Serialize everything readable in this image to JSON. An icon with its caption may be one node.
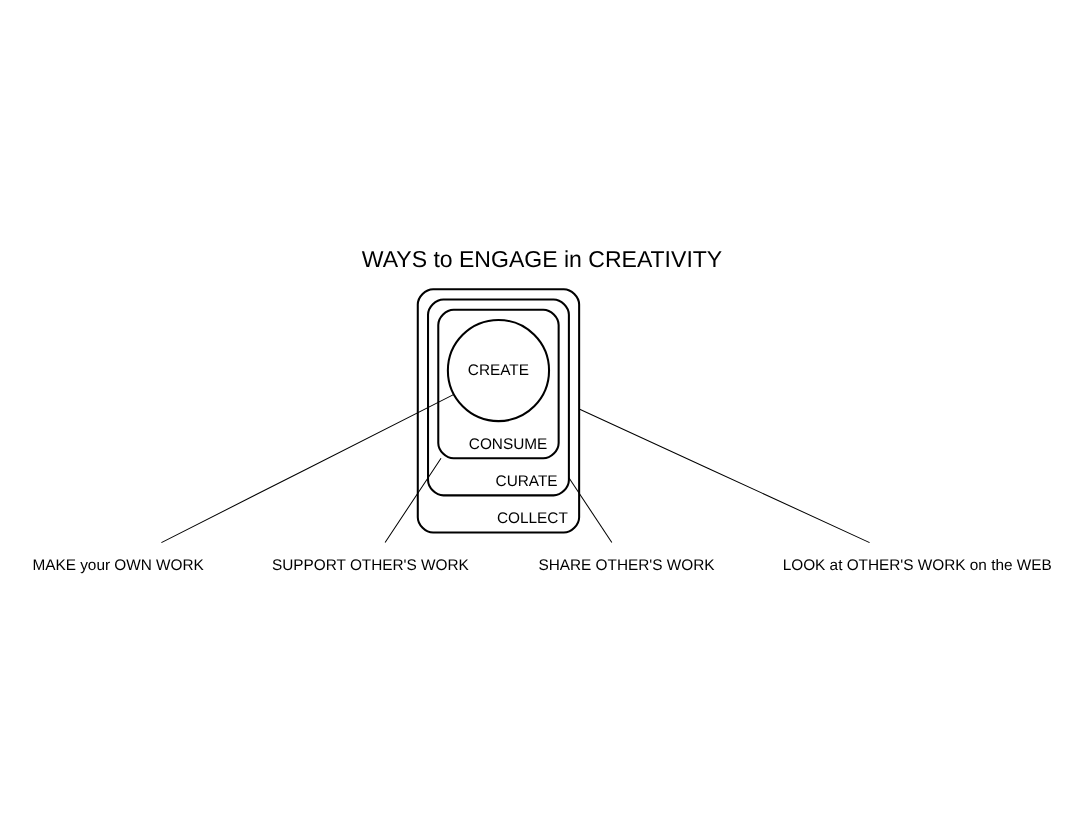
{
  "diagram": {
    "title": "WAYS to ENGAGE in CREATIVITY",
    "nodes": [
      {
        "text": [
          "COLLECT"
        ]
      },
      {
        "text": [
          "CURATE"
        ],
        "in": 0
      },
      {
        "text": [
          "CONSUME"
        ],
        "in": 1
      },
      {
        "text": [
          "CREATE"
        ],
        "in": 2
      },
      {
        "text": [
          "MAKE your OWN WORK"
        ]
      },
      {
        "text": [
          "SUPPORT OTHER'S WORK"
        ]
      },
      {
        "text": [
          "SHARE OTHER'S WORK"
        ]
      },
      {
        "text": [
          "LOOK at OTHER'S WORK on the WEB"
        ]
      }
    ],
    "edges": [
      {
        "from": 4,
        "to": 3,
        "arrow": "none"
      },
      {
        "from": 5,
        "to": 2,
        "arrow": "none"
      },
      {
        "from": 6,
        "to": 1,
        "arrow": "none"
      },
      {
        "from": 7,
        "to": 0,
        "arrow": "none"
      }
    ]
  }
}
